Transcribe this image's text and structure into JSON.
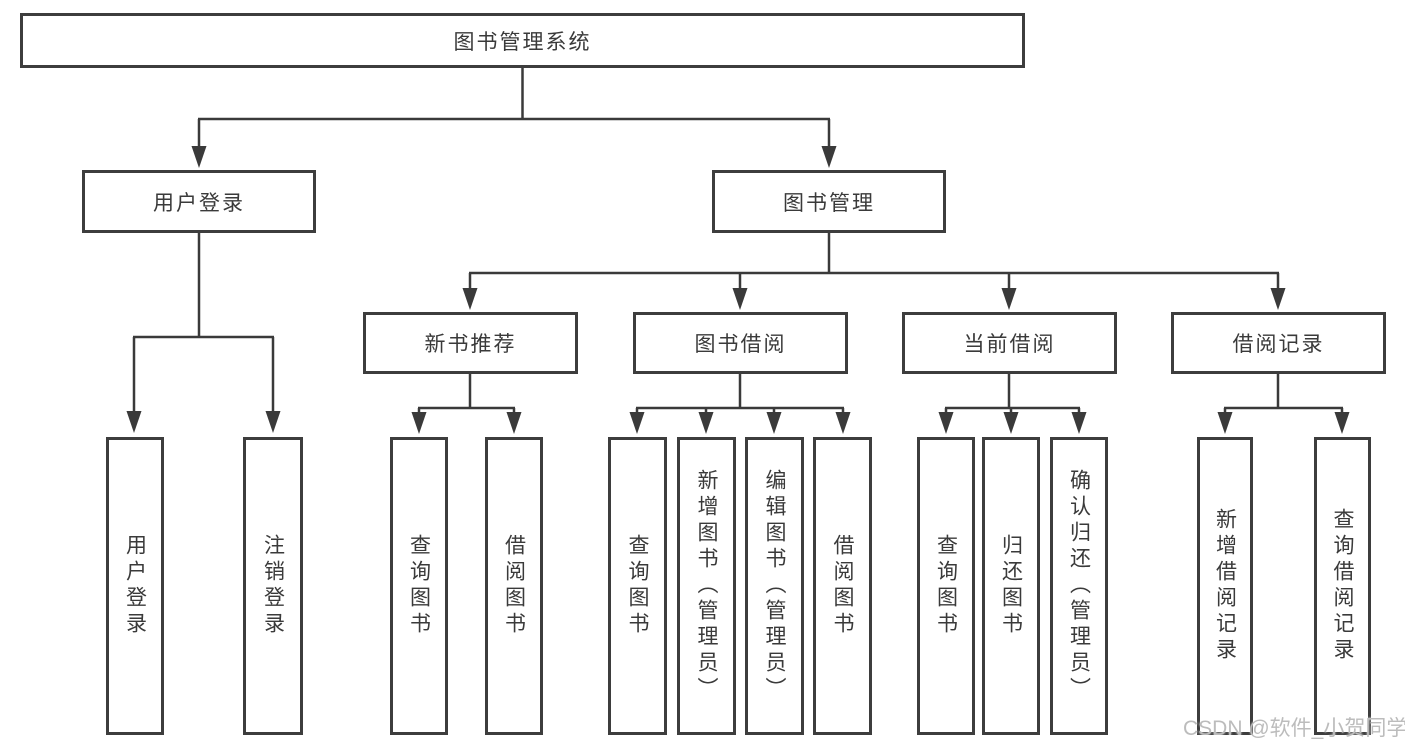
{
  "diagram": {
    "title": "图书管理系统",
    "user_login": {
      "label": "用户登录",
      "children": [
        "用户登录",
        "注销登录"
      ]
    },
    "book_management": {
      "label": "图书管理",
      "groups": [
        {
          "label": "新书推荐",
          "children": [
            "查询图书",
            "借阅图书"
          ]
        },
        {
          "label": "图书借阅",
          "children": [
            "查询图书",
            "新增图书（管理员）",
            "编辑图书（管理员）",
            "借阅图书"
          ]
        },
        {
          "label": "当前借阅",
          "children": [
            "查询图书",
            "归还图书",
            "确认归还（管理员）"
          ]
        },
        {
          "label": "借阅记录",
          "children": [
            "新增借阅记录",
            "查询借阅记录"
          ]
        }
      ]
    }
  },
  "watermark": "CSDN @软件_小贺同学",
  "colors": {
    "line": "#3a3a3a",
    "border": "#3d3d3d",
    "text": "#3a3a3a",
    "watermark": "#bcbcbc",
    "background": "#ffffff"
  }
}
